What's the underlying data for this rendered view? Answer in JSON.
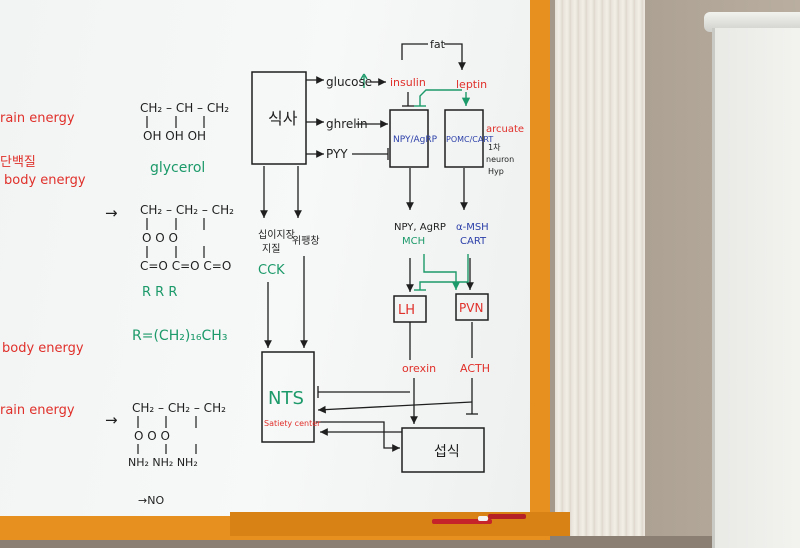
{
  "colors": {
    "ink_black": "#1f1f1f",
    "ink_red": "#e0302a",
    "ink_green": "#1c9a6a",
    "ink_blue": "#2b3fa8",
    "frame_orange": "#e78f1f"
  },
  "left_notes": {
    "brain_energy_1": "rain energy",
    "korean_protein": "단백질",
    "body_energy_1": "body energy",
    "body_energy_2": "body energy",
    "brain_energy_2": "rain energy"
  },
  "chemistry": {
    "glycerol_top": "CH₂ – CH – CH₂",
    "glycerol_oh": "OH     OH    OH",
    "glycerol_label": "glycerol",
    "arrow1": "→",
    "ester_top": "CH₂ – CH₂ – CH₂",
    "ester_o": "O        O        O",
    "ester_c": "C=O   C=O   C=O",
    "ester_r": "R        R        R",
    "r_formula": "R=(CH₂)₁₆CH₃",
    "arrow2": "→",
    "amine_top": "CH₂ – CH₂ – CH₂",
    "amine_o": "O         O         O",
    "amine_nh": "NH₂     NH₂     NH₂",
    "no_note": "→NO"
  },
  "diagram": {
    "meal": "식사",
    "glucose": "glucose",
    "ghrelin": "ghrelin",
    "pyy": "PYY",
    "insulin": "insulin",
    "fat": "fat",
    "leptin": "leptin",
    "npy_agrp": "NPY/AgRP",
    "pomc_cart": "POMC/CART",
    "arcuate": "arcuate",
    "arcuate_sub1": "1차",
    "arcuate_sub2": "neuron",
    "arcuate_sub3": "Hyp",
    "stomach_stretch_1": "십이지장",
    "stomach_stretch_2": "지질",
    "stomach_label": "위팽창",
    "cck": "CCK",
    "npy_out": "NPY, AgRP",
    "mch": "MCH",
    "amsh": "α-MSH",
    "cart": "CART",
    "lh": "LH",
    "pvn": "PVN",
    "orexin": "orexin",
    "acth": "ACTH",
    "nts": "NTS",
    "satiety": "Satiety center",
    "intake": "섭식"
  }
}
